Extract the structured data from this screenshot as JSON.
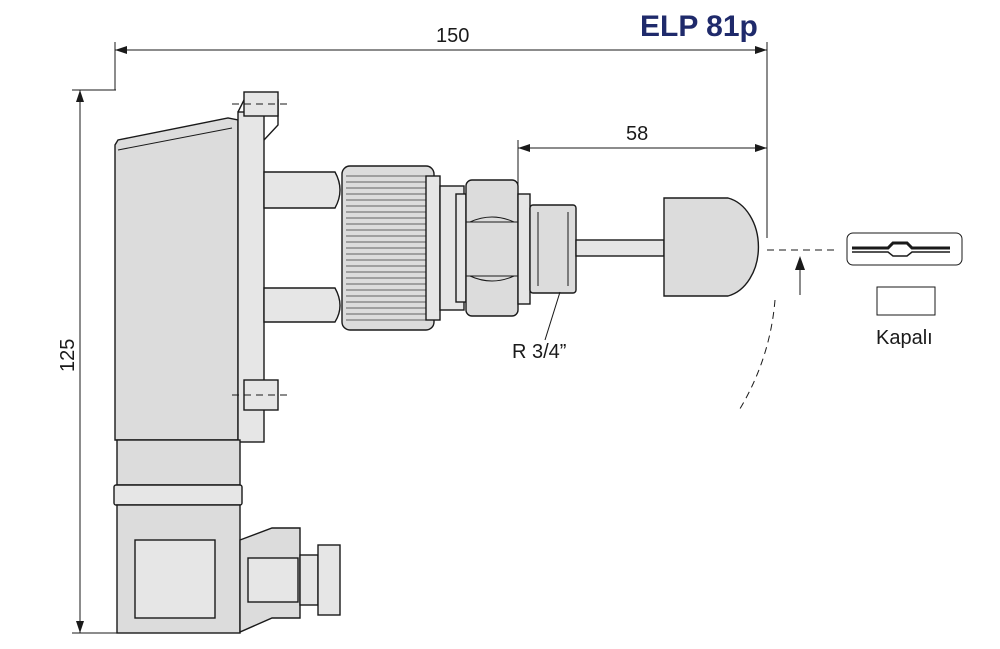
{
  "title": "ELP 81p",
  "dimensions": {
    "overall_length": "150",
    "probe_length": "58",
    "height": "125"
  },
  "thread_label": "R 3/4”",
  "state": {
    "label": "Kapalı"
  }
}
